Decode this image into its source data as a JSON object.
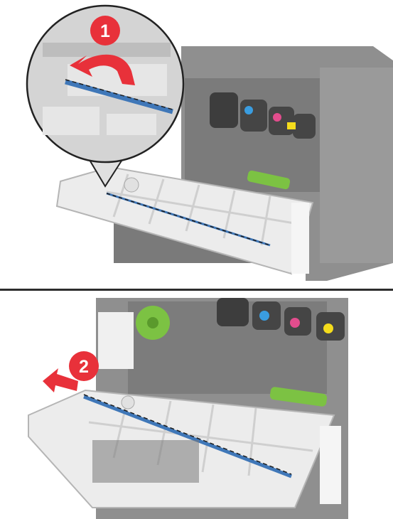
{
  "steps": [
    {
      "number": "1",
      "action": "flip-up"
    },
    {
      "number": "2",
      "action": "pull-out"
    }
  ],
  "colors": {
    "step_badge": "#e8313a",
    "arrow": "#e8313a",
    "wiper_blade": "#3f77b8",
    "printer_body": "#8e8e8e",
    "door_white": "#f2f2f2",
    "cyan_toner": "#3a9de0",
    "magenta_toner": "#e24d8d",
    "yellow_toner": "#f4dc1c",
    "green_latch": "#7cc243",
    "divider": "#2d2d2d"
  }
}
